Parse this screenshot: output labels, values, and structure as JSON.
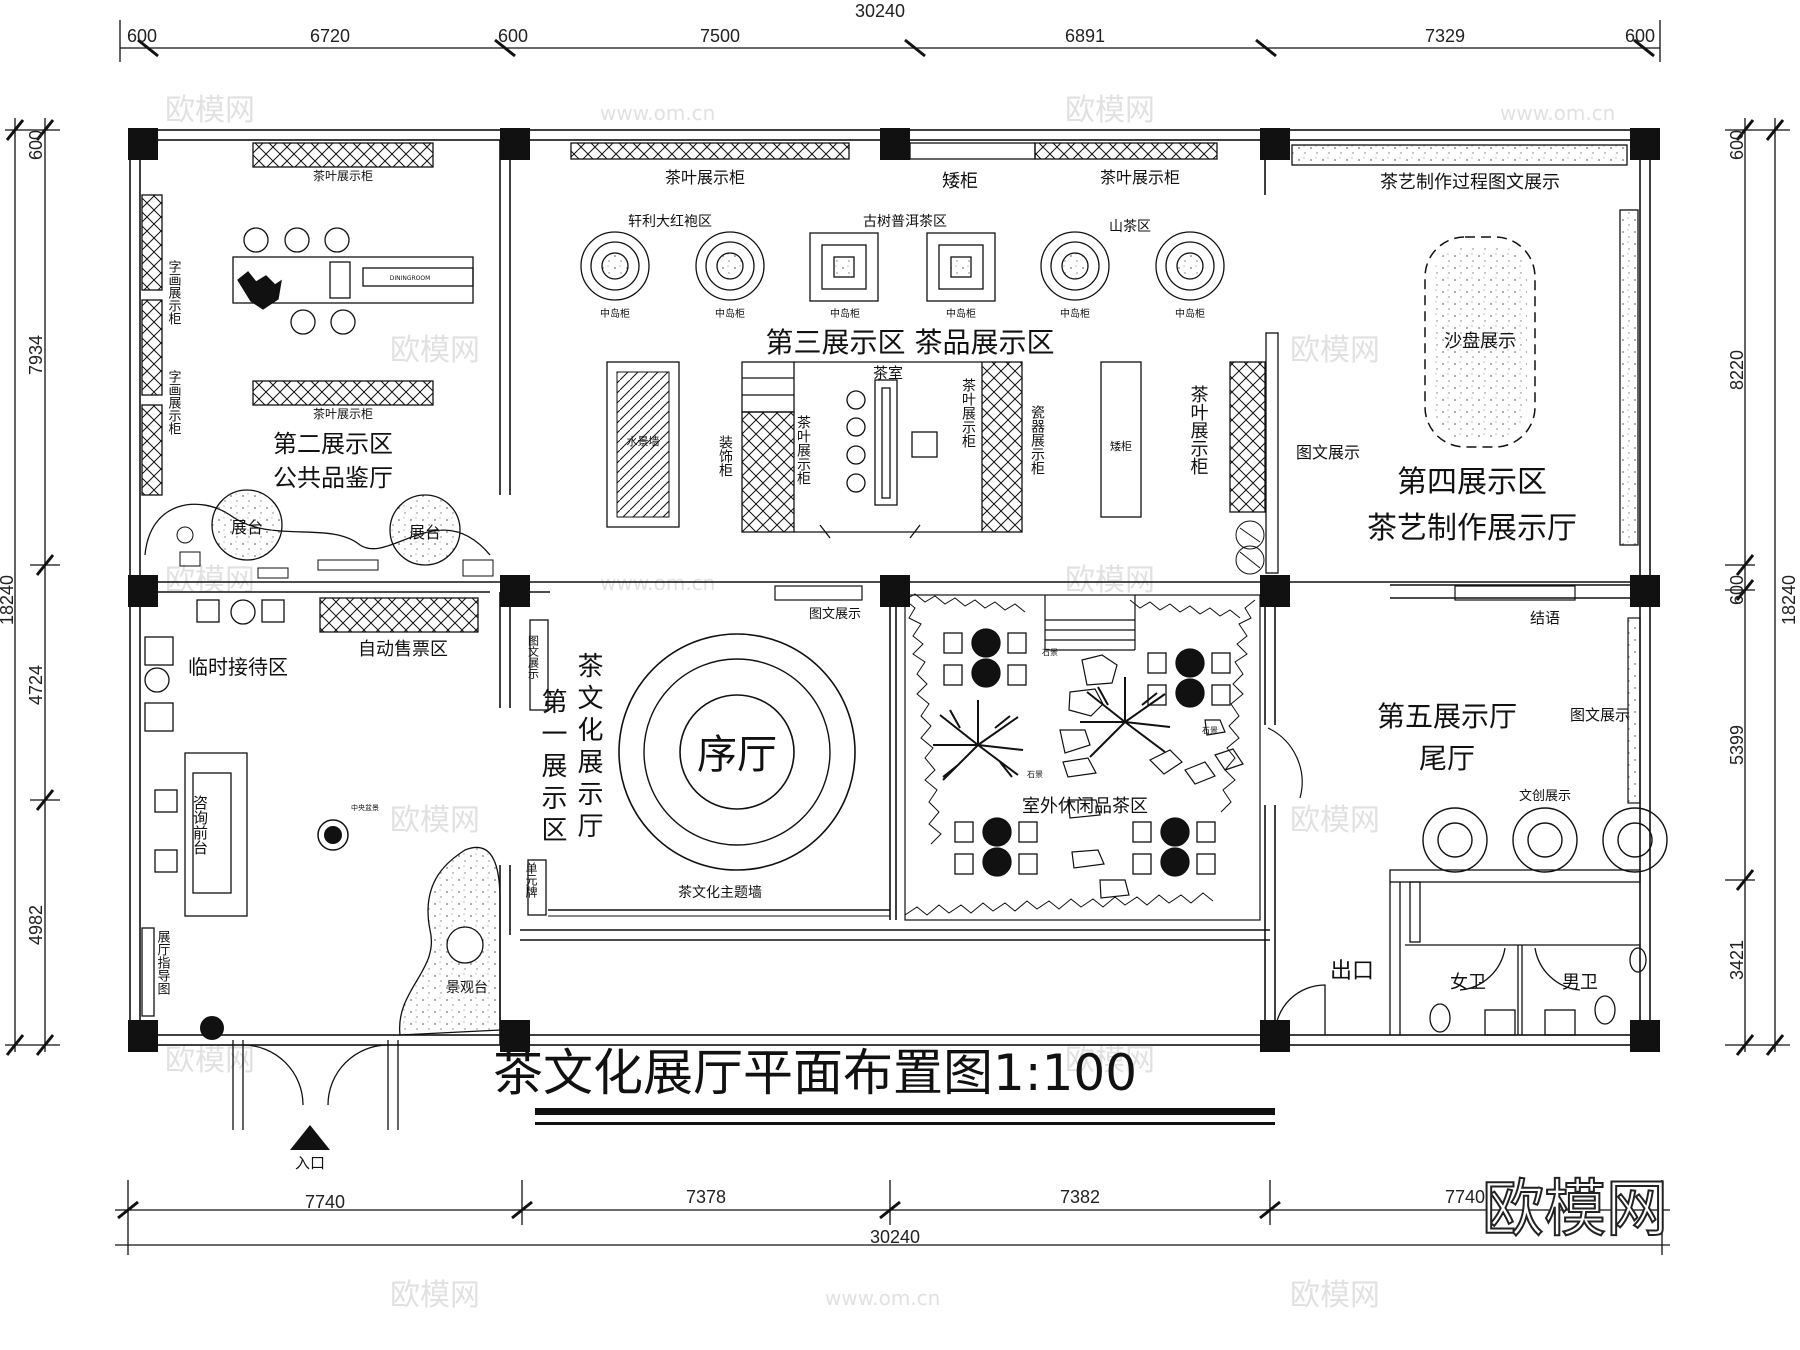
{
  "drawing_title": "茶文化展厅平面布置图1:100",
  "watermarks": {
    "brand": "欧模网",
    "site": "www.om.cn"
  },
  "dimensions": {
    "top_total": "30240",
    "top_segments": [
      "600",
      "6720",
      "600",
      "7500",
      "6891",
      "7329",
      "600"
    ],
    "bottom_total": "30240",
    "bottom_segments": [
      "7740",
      "7378",
      "7382",
      "7740"
    ],
    "left_total": "18240",
    "left_segments": [
      "600",
      "7934",
      "4724",
      "4982"
    ],
    "right_total": "18240",
    "right_segments": [
      "600",
      "8220",
      "600",
      "5399",
      "3421"
    ]
  },
  "rooms": {
    "hall2": {
      "name1": "第二展示区",
      "name2": "公共品鉴厅"
    },
    "hall3": {
      "name": "第三展示区  茶品展示区"
    },
    "hall4": {
      "name1": "第四展示区",
      "name2": "茶艺制作展示厅"
    },
    "hall1": {
      "name": "茶文化展示厅",
      "sub": "第一展示区"
    },
    "hall5": {
      "name1": "第五展示厅",
      "name2": "尾厅"
    },
    "foyer": "序厅",
    "reception": "临时接待区",
    "ticket": "自动售票区",
    "outdoor": "室外休闲品茶区"
  },
  "labels": {
    "tea_cabinet": "茶叶展示柜",
    "low_cabinet": "矮柜",
    "calligraphy": "字画展示柜",
    "zone_dahongpao": "轩利大红袍区",
    "zone_puer": "古树普洱茶区",
    "zone_camellia": "山茶区",
    "island": "中岛柜",
    "tea_room": "茶室",
    "deco_cabinet": "装饰柜",
    "porcelain": "瓷器展示柜",
    "water_feature": "水景墙",
    "graphic_display": "图文展示",
    "tea_process": "茶艺制作过程图文展示",
    "sand_table": "沙盘展示",
    "stage": "展台",
    "info_desk": "咨询前台",
    "central_feature": "中央盆景",
    "unit_sign": "单元牌",
    "guide": "展厅指导图",
    "viewing": "景观台",
    "theme_wall": "茶文化主题墙",
    "conclusion": "结语",
    "cultural": "文创展示",
    "rock": "石景",
    "exit": "出口",
    "entrance": "入口",
    "female_wc": "女卫",
    "male_wc": "男卫",
    "dining": "DININGROOM"
  }
}
